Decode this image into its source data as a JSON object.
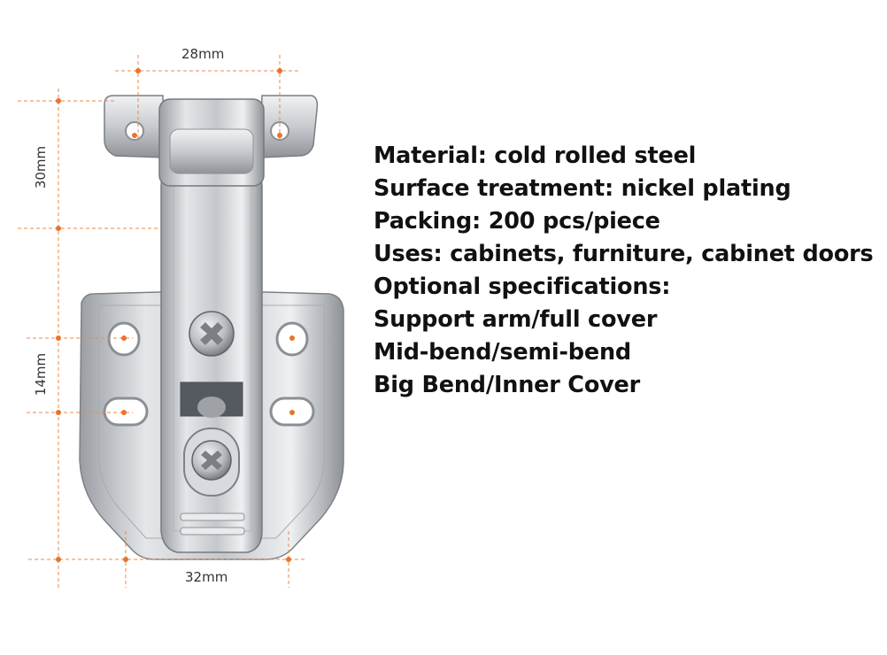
{
  "dimensions": {
    "top_width": "28mm",
    "height_upper": "30mm",
    "height_lower": "14mm",
    "bottom_width": "32mm"
  },
  "specs": [
    "Material: cold rolled steel",
    "Surface treatment: nickel plating",
    "Packing: 200 pcs/piece",
    "Uses: cabinets, furniture, cabinet doors",
    "Optional specifications:",
    "Support arm/full cover",
    "Mid-bend/semi-bend",
    "Big Bend/Inner Cover"
  ],
  "colors": {
    "dimension_accent": "#e8732e",
    "metal": "#c9ccd0",
    "text": "#111111"
  }
}
